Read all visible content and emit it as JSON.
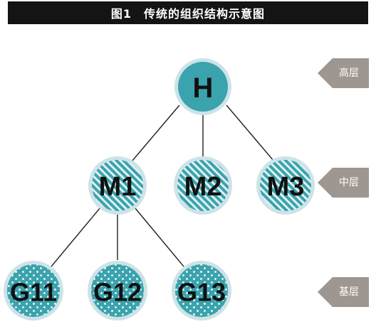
{
  "title": "图1　传统的组织结构示意图",
  "colors": {
    "node_fill": "#3aa3ad",
    "node_ring": "#cde3e7",
    "arrow": "#9e9690",
    "line": "#222222",
    "title_bg": "#141414"
  },
  "nodes": {
    "h": "H",
    "m1": "M1",
    "m2": "M2",
    "m3": "M3",
    "g11": "G11",
    "g12": "G12",
    "g13": "G13"
  },
  "levels": {
    "high": "高层",
    "mid": "中层",
    "base": "基层"
  }
}
